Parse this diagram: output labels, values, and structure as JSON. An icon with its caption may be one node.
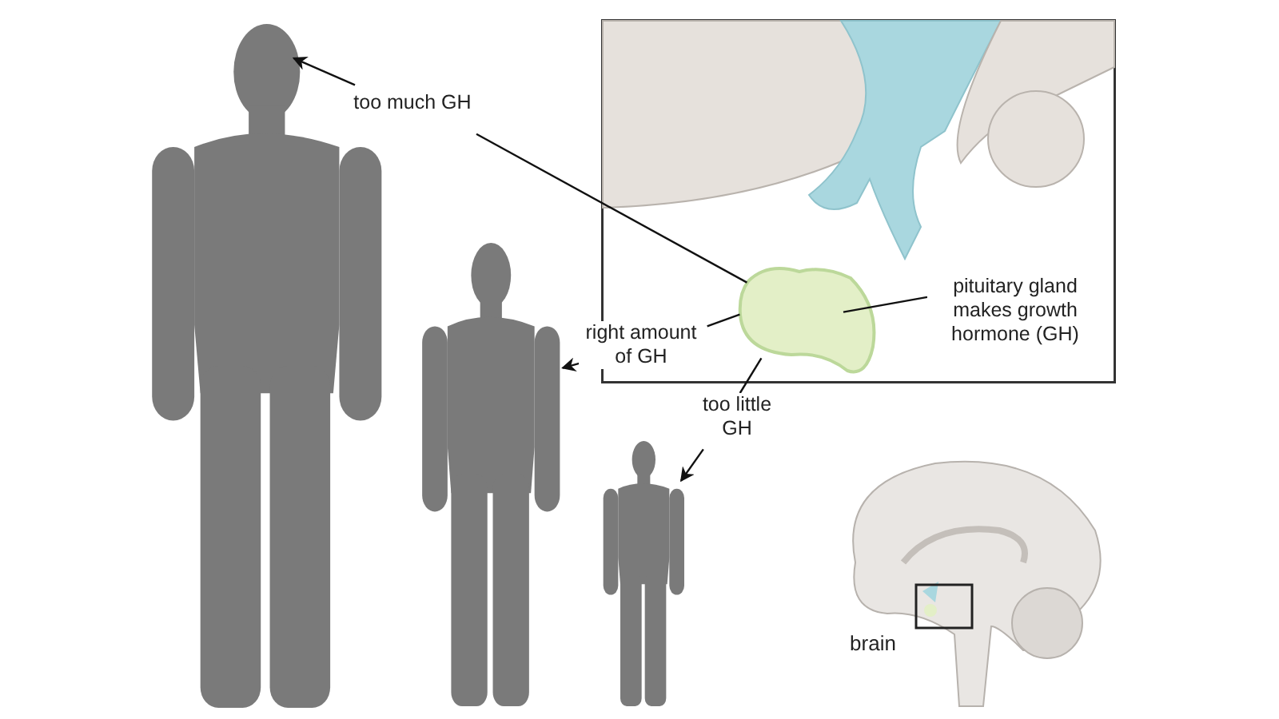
{
  "diagram": {
    "nodes": [
      {
        "text": [],
        "shape": "person"
      },
      {
        "text": [],
        "shape": "person"
      },
      {
        "text": [],
        "shape": "person"
      },
      {
        "text": [
          "too much GH"
        ]
      },
      {
        "text": [
          "right amount of GH"
        ]
      },
      {
        "text": [
          "too little GH"
        ]
      },
      {
        "text": [],
        "shape": "picture"
      },
      {
        "text": [],
        "shape": "picture",
        "in": 6
      },
      {
        "text": [
          "pituitary gland makes growth hormone (GH)"
        ],
        "in": 6
      }
    ],
    "edges": [
      {
        "from": 3,
        "to": 0,
        "arrow": "to"
      },
      {
        "from": 3,
        "to": 7,
        "arrow": "none"
      },
      {
        "from": 4,
        "to": 1,
        "arrow": "to"
      },
      {
        "from": 4,
        "to": 7,
        "arrow": "none"
      },
      {
        "from": 5,
        "to": 2,
        "arrow": "to"
      },
      {
        "from": 5,
        "to": 7,
        "arrow": "none"
      },
      {
        "from": 8,
        "to": 7,
        "arrow": "none"
      }
    ],
    "labels": [
      "brain"
    ]
  }
}
